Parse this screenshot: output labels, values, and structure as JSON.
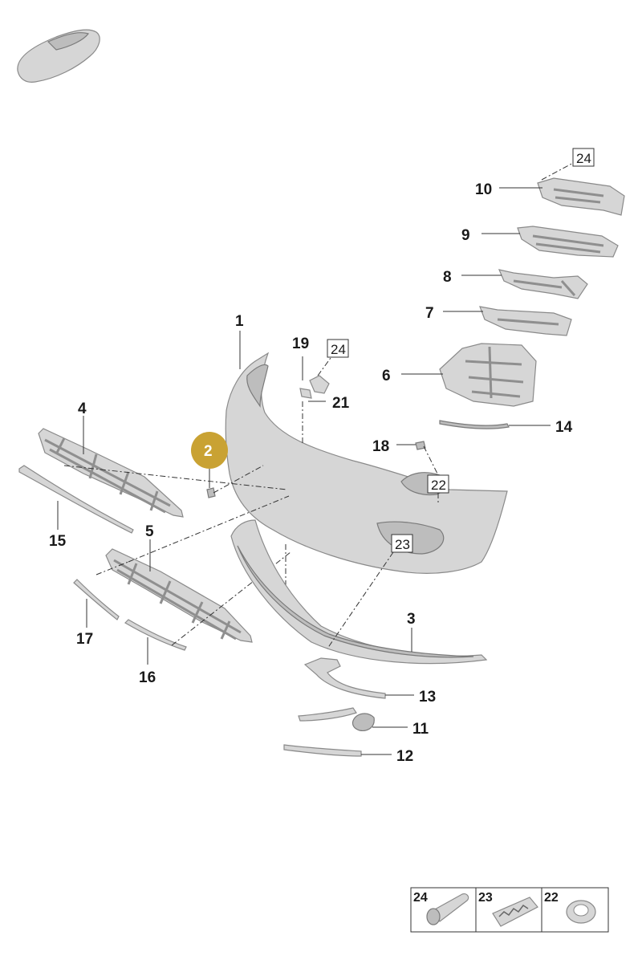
{
  "parts": [
    {
      "id": "p1",
      "label": "1"
    },
    {
      "id": "p3",
      "label": "3"
    },
    {
      "id": "p4",
      "label": "4"
    },
    {
      "id": "p5",
      "label": "5"
    },
    {
      "id": "p6",
      "label": "6"
    },
    {
      "id": "p7",
      "label": "7"
    },
    {
      "id": "p8",
      "label": "8"
    },
    {
      "id": "p9",
      "label": "9"
    },
    {
      "id": "p10",
      "label": "10"
    },
    {
      "id": "p11",
      "label": "11"
    },
    {
      "id": "p12",
      "label": "12"
    },
    {
      "id": "p13",
      "label": "13"
    },
    {
      "id": "p14",
      "label": "14"
    },
    {
      "id": "p15",
      "label": "15"
    },
    {
      "id": "p16",
      "label": "16"
    },
    {
      "id": "p17",
      "label": "17"
    },
    {
      "id": "p18",
      "label": "18"
    },
    {
      "id": "p19",
      "label": "19"
    },
    {
      "id": "p21",
      "label": "21"
    }
  ],
  "boxed_refs": {
    "ref24_top": "24",
    "ref24_mid": "24",
    "ref22": "22",
    "ref23": "23"
  },
  "highlighted_part": "2",
  "highlight_color": "#c9a233",
  "legend": [
    {
      "label": "24",
      "icon": "bolt-icon"
    },
    {
      "label": "23",
      "icon": "clip-plate-icon"
    },
    {
      "label": "22",
      "icon": "grommet-icon"
    }
  ]
}
